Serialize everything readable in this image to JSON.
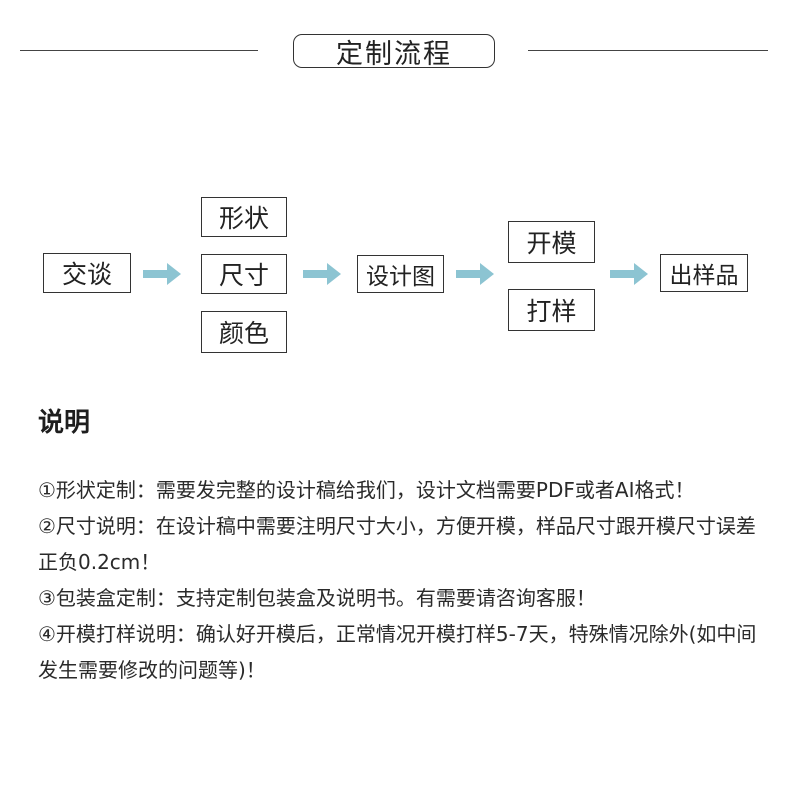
{
  "header": {
    "title": "定制流程"
  },
  "flow": {
    "boxes": {
      "talk": "交谈",
      "shape": "形状",
      "size": "尺寸",
      "color": "颜色",
      "design": "设计图",
      "mold": "开模",
      "sample_proof": "打样",
      "final_sample": "出样品"
    },
    "arrow_color": "#8cc4d2"
  },
  "description": {
    "title": "说明",
    "items": [
      "①形状定制：需要发完整的设计稿给我们，设计文档需要PDF或者AI格式！",
      "②尺寸说明：在设计稿中需要注明尺寸大小，方便开模，样品尺寸跟开模尺寸误差正负0.2cm！",
      "③包装盒定制：支持定制包装盒及说明书。有需要请咨询客服！",
      "④开模打样说明：确认好开模后，正常情况开模打样5-7天，特殊情况除外(如中间发生需要修改的问题等)！"
    ]
  }
}
